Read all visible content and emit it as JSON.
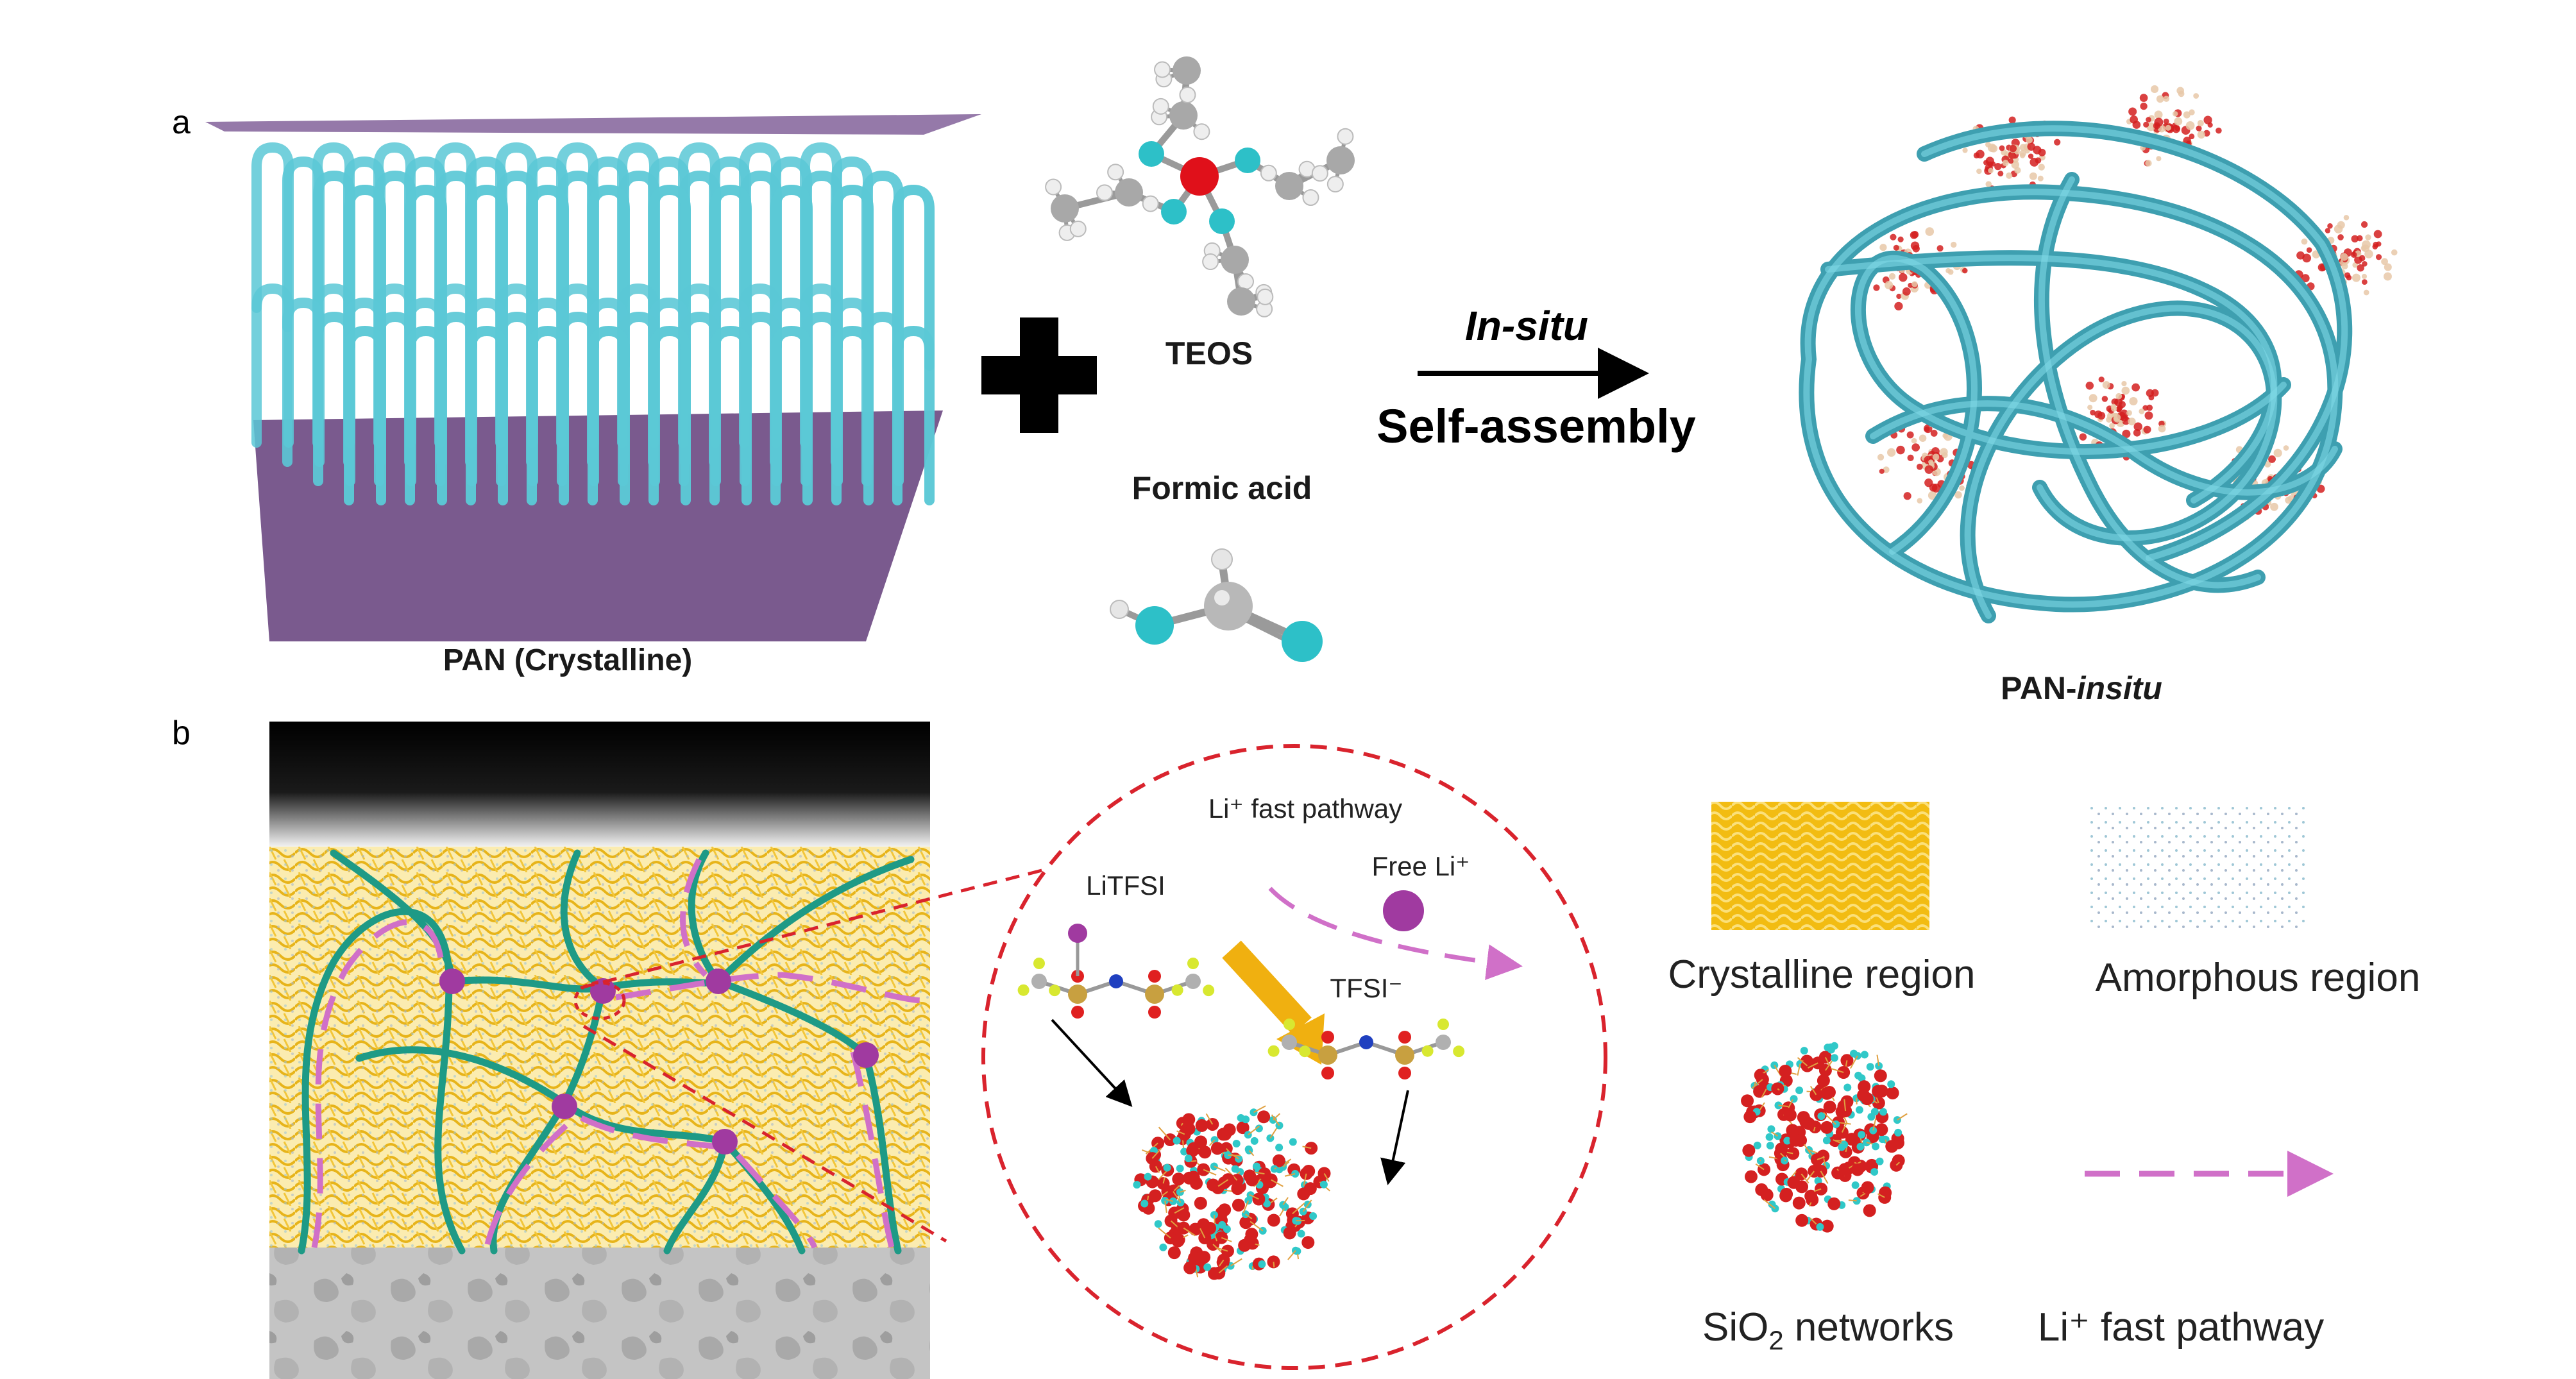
{
  "panel_a": {
    "label": "a",
    "pan_crystalline": "PAN (Crystalline)",
    "teos": "TEOS",
    "formic_acid": "Formic acid",
    "arrow_top": "In-situ",
    "arrow_bottom": "Self-assembly",
    "product_prefix": "PAN-",
    "product_suffix": "insitu"
  },
  "panel_b": {
    "label": "b",
    "pathway_label": "Li⁺ fast pathway",
    "free_li": "Free Li⁺",
    "litfsi": "LiTFSI",
    "tfsi": "TFSI⁻",
    "legend": {
      "crystalline": "Crystalline region",
      "amorphous": "Amorphous region",
      "sio2_main": "SiO",
      "sio2_sub": "2",
      "sio2_rest": " networks",
      "li_pathway": "Li⁺ fast pathway"
    }
  },
  "colors": {
    "pan_fiber": "#5bc8d6",
    "substrate": "#7a5a8e",
    "crystalline": "#f0c020",
    "polymer_chain": "#1e9a86",
    "li_ion": "#a03aa0",
    "pathway": "#d070c8",
    "zoom_circle": "#d9232d",
    "oxygen": "#d42020",
    "silicon": "#30c8c8",
    "electrode_dark": "#111111",
    "electrode_grey": "#bdbdbd"
  }
}
